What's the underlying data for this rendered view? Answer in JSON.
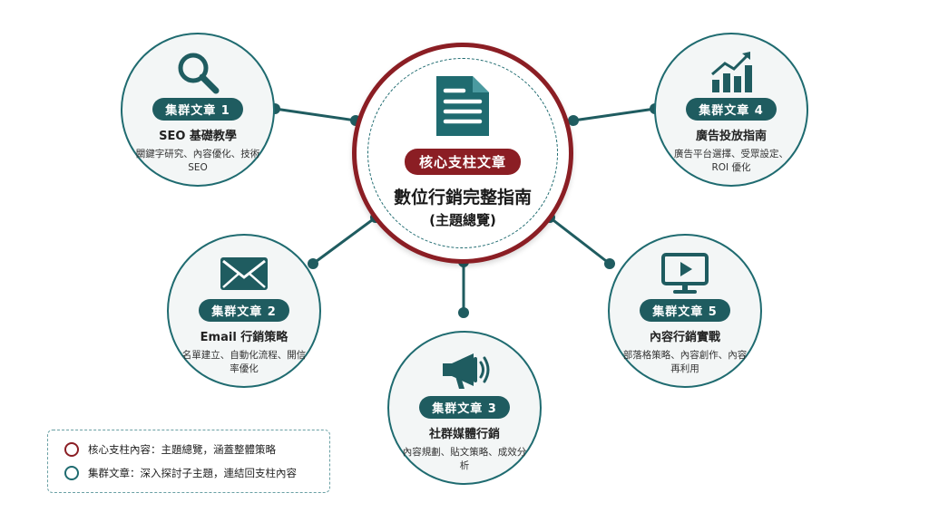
{
  "core": {
    "badge": "核心支柱文章",
    "title": "數位行銷完整指南",
    "subtitle": "(主題總覽)",
    "icon": "document-icon"
  },
  "clusters": [
    {
      "badge": "集群文章 1",
      "title": "SEO 基礎教學",
      "desc": "關鍵字研究、內容優化、技術 SEO",
      "icon": "search-icon"
    },
    {
      "badge": "集群文章 2",
      "title": "Email 行銷策略",
      "desc": "名單建立、自動化流程、開信率優化",
      "icon": "envelope-icon"
    },
    {
      "badge": "集群文章 3",
      "title": "社群媒體行銷",
      "desc": "內容規劃、貼文策略、成效分析",
      "icon": "megaphone-icon"
    },
    {
      "badge": "集群文章 4",
      "title": "廣告投放指南",
      "desc": "廣告平台選擇、受眾設定、ROI 優化",
      "icon": "growth-chart-icon"
    },
    {
      "badge": "集群文章 5",
      "title": "內容行銷實戰",
      "desc": "部落格策略、內容創作、內容再利用",
      "icon": "video-monitor-icon"
    }
  ],
  "legend": [
    {
      "text": "核心支柱內容：主題總覽，涵蓋整體策略",
      "color": "#8b1e24"
    },
    {
      "text": "集群文章：深入探討子主題，連結回支柱內容",
      "color": "#1f6b70"
    }
  ],
  "colors": {
    "teal": "#1f5c60",
    "crimson": "#8b1e24"
  }
}
